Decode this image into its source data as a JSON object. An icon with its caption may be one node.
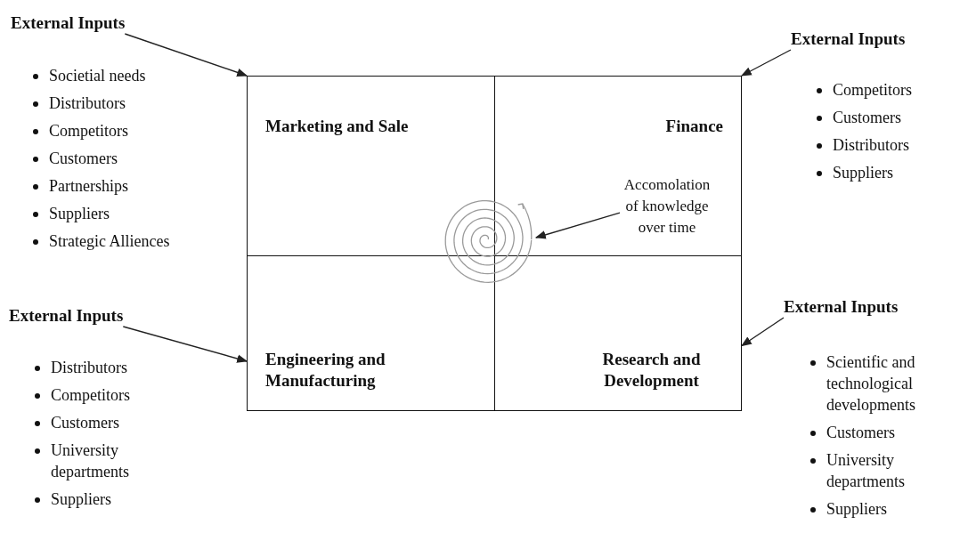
{
  "diagram": {
    "nodes": [
      {
        "text": [
          "Marketing and Sale"
        ]
      },
      {
        "text": [
          "Finance"
        ]
      },
      {
        "text": [
          "Engineering and Manufacturing"
        ]
      },
      {
        "text": [
          "Research and Development"
        ]
      },
      {
        "text": [
          "External Inputs"
        ],
        "beside": [
          "Societial needs",
          "Distributors",
          "Competitors",
          "Customers",
          "Partnerships",
          "Suppliers",
          "Strategic Alliences"
        ]
      },
      {
        "text": [
          "External Inputs"
        ],
        "beside": [
          "Competitors",
          "Customers",
          "Distributors",
          "Suppliers"
        ]
      },
      {
        "text": [
          "External Inputs"
        ],
        "beside": [
          "Distributors",
          "Competitors",
          "Customers",
          "University departments",
          "Suppliers"
        ]
      },
      {
        "text": [
          "External Inputs"
        ],
        "beside": [
          "Scientific and technological developments",
          "Customers",
          "University departments",
          "Suppliers"
        ]
      },
      {
        "text": [
          "Accomolation of knowledge over time"
        ],
        "in": 1
      },
      {
        "text": [],
        "shape": "picture"
      }
    ],
    "edges": [
      {
        "from": 4,
        "to": 0,
        "arrow": "to"
      },
      {
        "from": 5,
        "to": 1,
        "arrow": "to"
      },
      {
        "from": 6,
        "to": 2,
        "arrow": "to"
      },
      {
        "from": 7,
        "to": 3,
        "arrow": "to"
      },
      {
        "from": 8,
        "to": 9,
        "arrow": "to"
      }
    ]
  }
}
